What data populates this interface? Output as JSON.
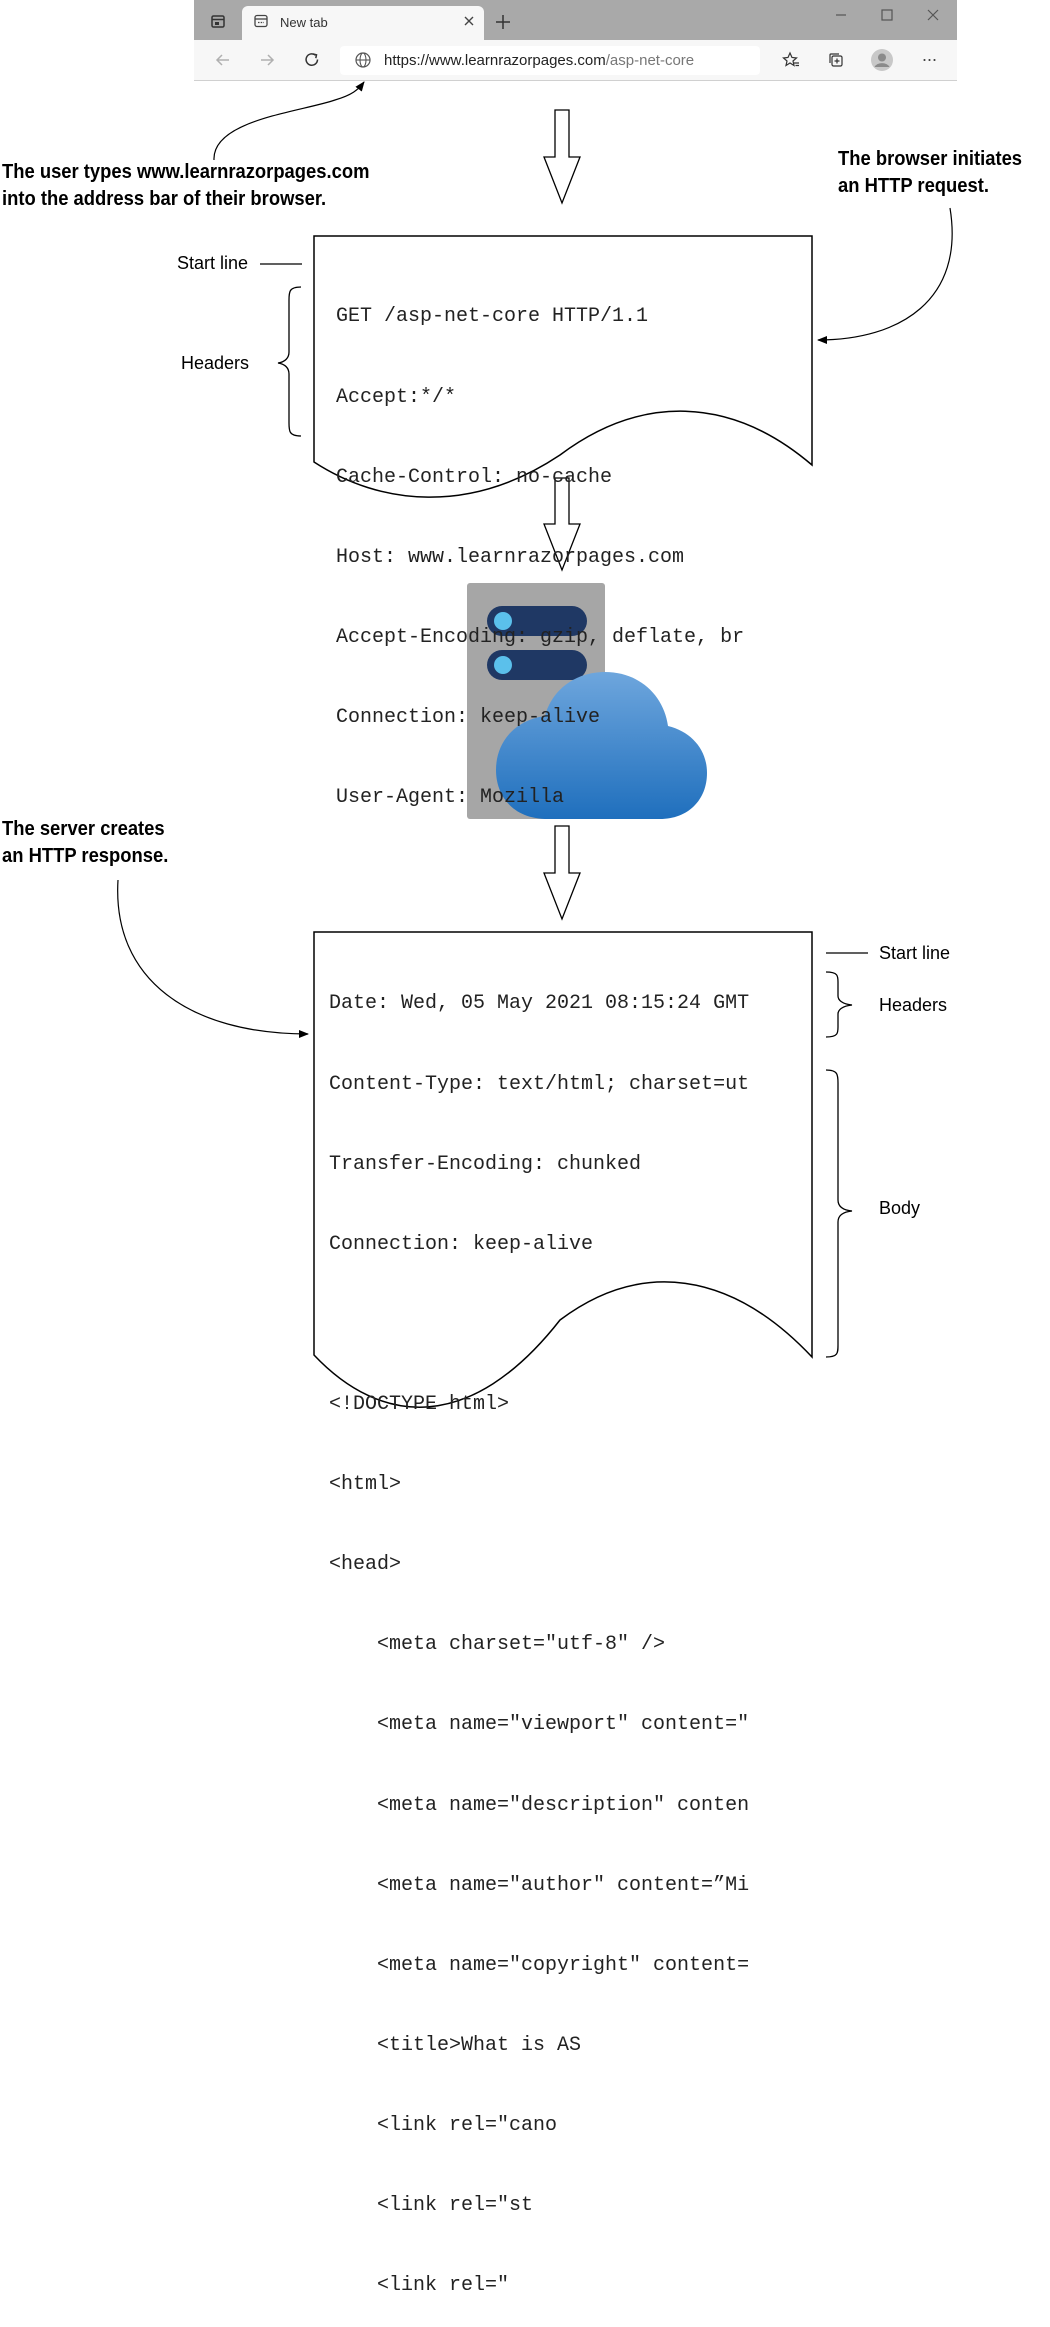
{
  "browser": {
    "tab_label": "New tab",
    "url_host": "https://www.learnrazorpages.com",
    "url_path": "/asp-net-core",
    "icons": [
      "workspaces-icon",
      "tab-page-icon",
      "tab-close-icon",
      "new-tab-icon",
      "minimize-icon",
      "maximize-icon",
      "window-close-icon",
      "back-icon",
      "forward-icon",
      "refresh-icon",
      "globe-icon",
      "favorites-icon",
      "collections-icon",
      "profile-icon",
      "more-icon"
    ]
  },
  "callouts": {
    "user_types": [
      "The user types www.learnrazorpages.com",
      "into the address bar of their browser."
    ],
    "browser_initiates": [
      "The browser initiates",
      "an HTTP request."
    ],
    "server_creates": [
      "The server creates",
      "an HTTP response."
    ]
  },
  "request": {
    "start_line_label": "Start line",
    "headers_label": "Headers",
    "lines": [
      "GET /asp-net-core HTTP/1.1",
      "Accept:*/*",
      "Cache-Control: no-cache",
      "Host: www.learnrazorpages.com",
      "Accept-Encoding: gzip, deflate, br",
      "Connection: keep-alive",
      "User-Agent: Mozilla"
    ]
  },
  "response": {
    "start_line_label": "Start line",
    "headers_label": "Headers",
    "body_label": "Body",
    "lines": [
      "Date: Wed, 05 May 2021 08:15:24 GMT",
      "Content-Type: text/html; charset=ut",
      "Transfer-Encoding: chunked",
      "Connection: keep-alive",
      "",
      "<!DOCTYPE html>",
      "<html>",
      "<head>",
      "    <meta charset=\"utf-8\" />",
      "    <meta name=\"viewport\" content=\"",
      "    <meta name=\"description\" conten",
      "    <meta name=\"author\" content=”Mi",
      "    <meta name=\"copyright\" content=",
      "    <title>What is AS",
      "    <link rel=\"cano",
      "    <link rel=\"st",
      "    <link rel=\""
    ]
  },
  "colors": {
    "tab_strip": "#a9a9a9",
    "server_box": "#a6a6a6",
    "server_slot": "#1f3864",
    "server_light": "#5bc0eb",
    "cloud_top": "#6ea6dd",
    "cloud_bottom": "#1f6fbd"
  }
}
